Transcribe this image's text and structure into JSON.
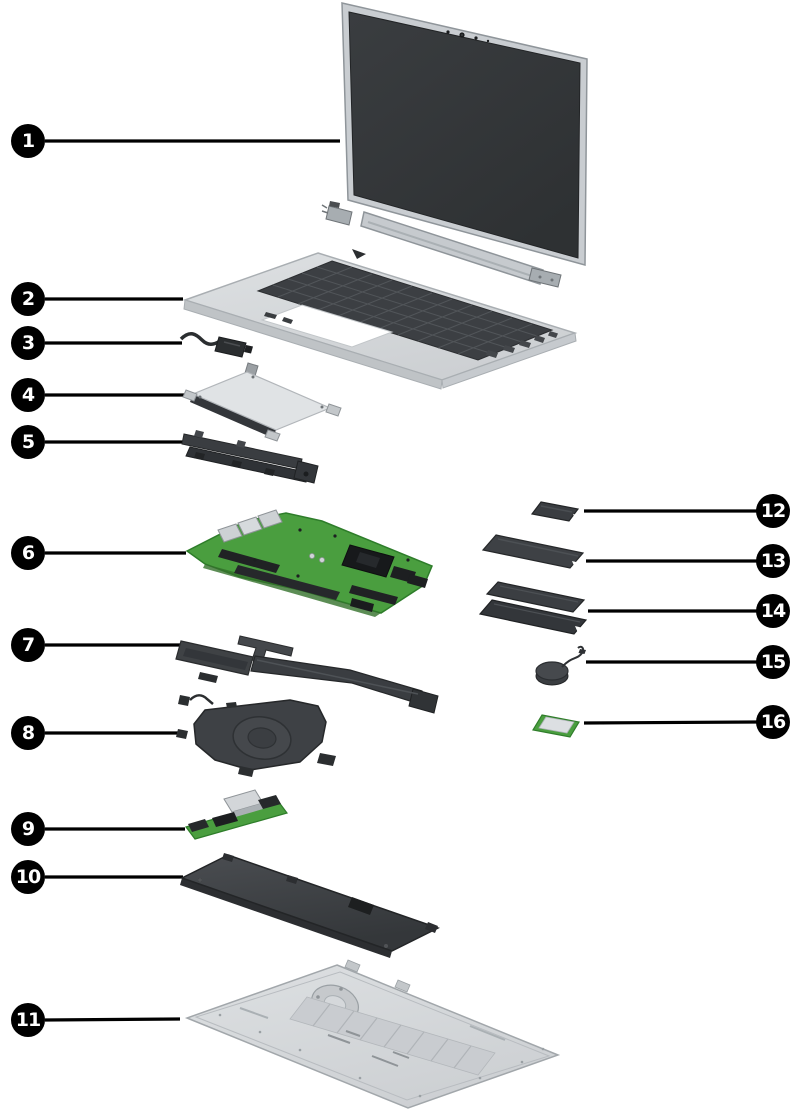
{
  "diagram": {
    "background_color": "#ffffff",
    "leader_color": "#000000",
    "badge": {
      "bg_color": "#000000",
      "text_color": "#ffffff"
    },
    "colors": {
      "board_green": "#4a9e3f",
      "metal_silver": "#d5d8db",
      "dark_part": "#3a3d41",
      "screen_dark": "#34373a"
    },
    "callouts": [
      {
        "number": "1"
      },
      {
        "number": "2"
      },
      {
        "number": "3"
      },
      {
        "number": "4"
      },
      {
        "number": "5"
      },
      {
        "number": "6"
      },
      {
        "number": "7"
      },
      {
        "number": "8"
      },
      {
        "number": "9"
      },
      {
        "number": "10"
      },
      {
        "number": "11"
      },
      {
        "number": "12"
      },
      {
        "number": "13"
      },
      {
        "number": "14"
      },
      {
        "number": "15"
      },
      {
        "number": "16"
      }
    ]
  }
}
